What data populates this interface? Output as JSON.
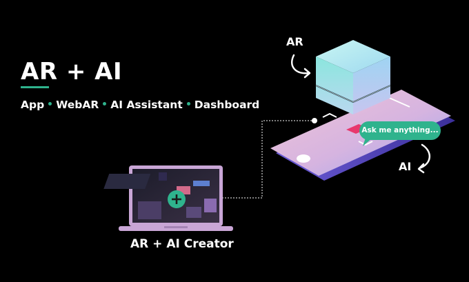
{
  "hero": {
    "title": "AR + AI",
    "subtitle_items": [
      "App",
      "WebAR",
      "AI Assistant",
      "Dashboard"
    ]
  },
  "labels": {
    "ar": "AR",
    "ai": "AI",
    "creator": "AR + AI Creator"
  },
  "chat": {
    "text": "Ask me anything..."
  },
  "colors": {
    "background": "#000000",
    "accent": "#2fb38d",
    "laptop_frame": "#c9a6d6",
    "cube": "#8fe3e0",
    "phone_screen": "#d9b3db"
  },
  "icons": {
    "plus": "plus-icon",
    "curved_arrow_ar": "curved-arrow-icon",
    "curved_arrow_ai": "curved-arrow-icon"
  }
}
